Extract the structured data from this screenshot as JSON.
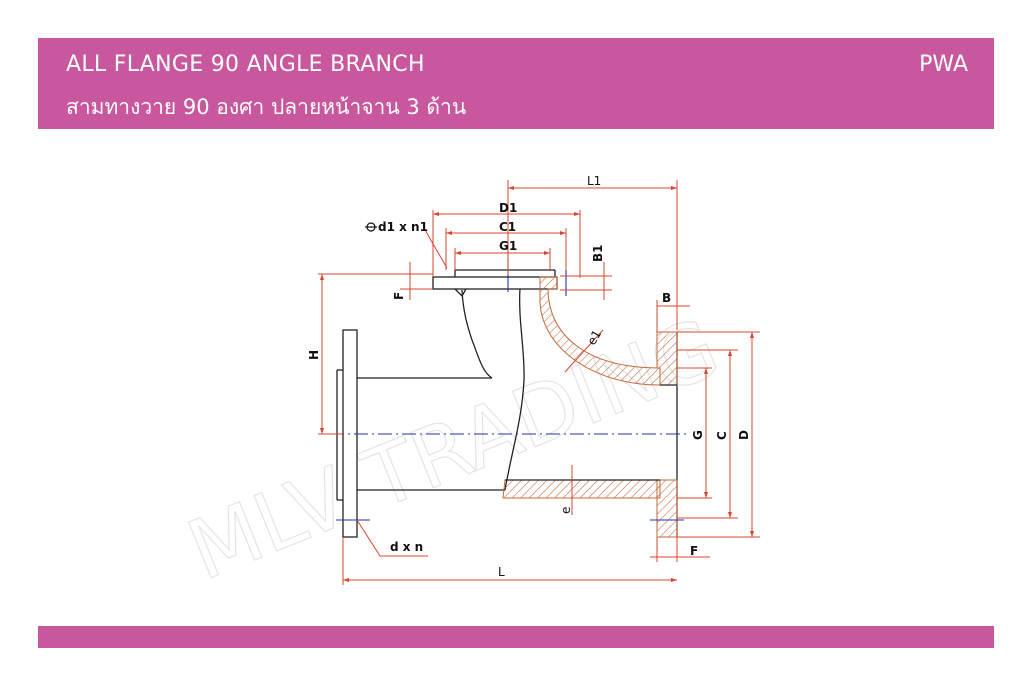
{
  "header": {
    "title_en": "ALL FLANGE 90 ANGLE BRANCH",
    "title_th": "สามทางวาย 90 องศา ปลายหน้าจาน 3 ด้าน",
    "code": "PWA"
  },
  "watermark": "MLV TRADING",
  "dimensions": {
    "L1": "L1",
    "D1": "D1",
    "C1": "C1",
    "G1": "G1",
    "B1": "B1",
    "d1n1": "d1 x n1",
    "F_top": "F",
    "H": "H",
    "B": "B",
    "e1": "e1",
    "G": "G",
    "C": "C",
    "D": "D",
    "e": "e",
    "dn": "d x n",
    "F_bottom": "F",
    "L": "L"
  },
  "colors": {
    "brand": "#c8579e",
    "dimension_line": "#d9442e",
    "centerline": "#2233aa",
    "hatch": "#c2683a"
  }
}
